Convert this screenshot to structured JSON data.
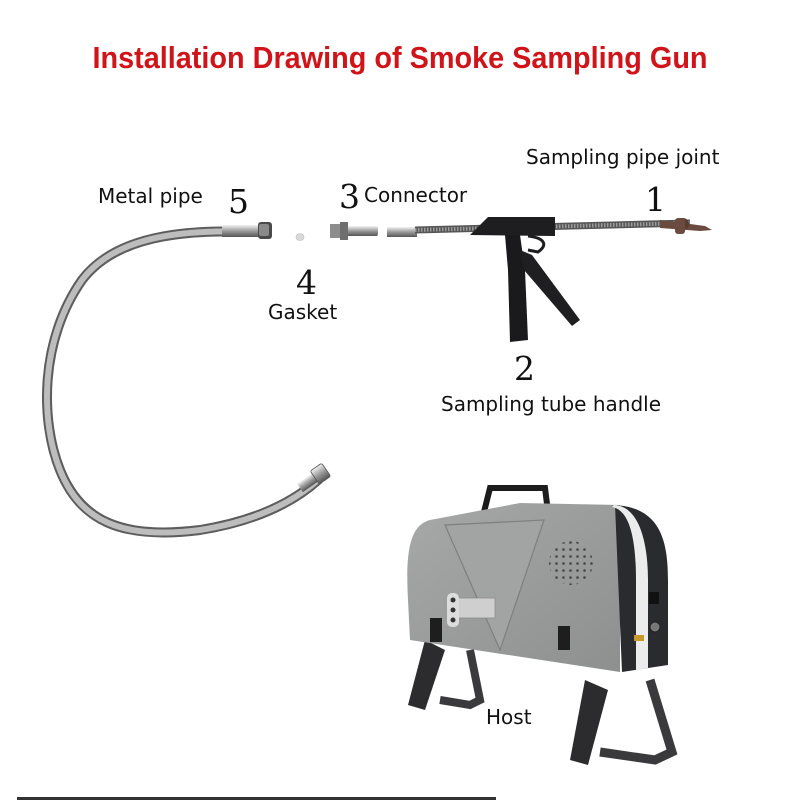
{
  "title": "Installation Drawing of Smoke Sampling Gun",
  "colors": {
    "title": "#d0141a",
    "text": "#111111",
    "host_body": "#9a9b9b",
    "host_dark": "#2b2c2e",
    "metal": "#a8a8a8"
  },
  "parts": [
    {
      "number": "1",
      "label": "Sampling pipe joint"
    },
    {
      "number": "2",
      "label": "Sampling tube handle"
    },
    {
      "number": "3",
      "label": "Connector"
    },
    {
      "number": "4",
      "label": "Gasket"
    },
    {
      "number": "5",
      "label": "Metal pipe"
    }
  ],
  "host": {
    "label": "Host"
  }
}
